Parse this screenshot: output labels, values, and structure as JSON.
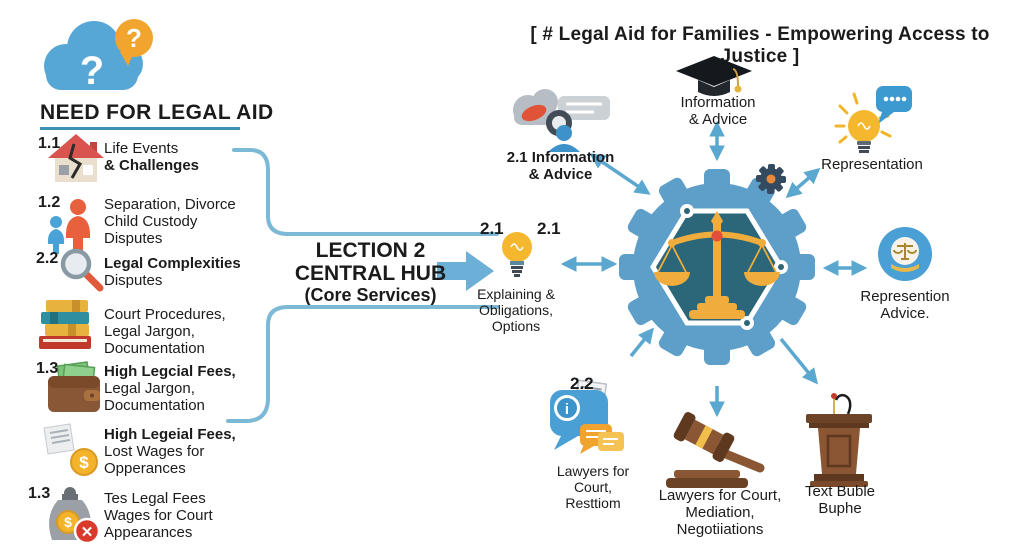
{
  "title": "[ # Legal Aid for Families - Empowering Access to Justice ]",
  "colors": {
    "arrow_blue": "#5aa7d0",
    "bracket_blue": "#7cb9d6",
    "gear_blue": "#5d9fc8",
    "hexagon_teal": "#2b6679",
    "scales_gold": "#f0ad3d",
    "underline_blue": "#3c92b4",
    "text_dark": "#1b1b1b"
  },
  "glyphs": {
    "question": "?",
    "dollar": "$",
    "info": "i",
    "x_mark": "✕"
  },
  "left_panel": {
    "heading": "NEED FOR LEGAL AID",
    "items": [
      {
        "num": "1.1",
        "icon": "house-crack-icon",
        "lines": [
          "Life Events",
          "& Challenges",
          ""
        ]
      },
      {
        "num": "1.2",
        "icon": "family-icon",
        "lines": [
          "Separation, Divorce",
          "Child Custody",
          "Disputes"
        ]
      },
      {
        "num": "2.2",
        "icon": "magnifier-icon",
        "lines": [
          "Legal Complexities",
          "Disputes",
          ""
        ]
      },
      {
        "num": "",
        "icon": "books-icon",
        "lines": [
          "Court Procedures,",
          "Legal Jargon,",
          "Documentation"
        ]
      },
      {
        "num": "1.3",
        "icon": "wallet-money-icon",
        "lines": [
          "High Legcial Fees,",
          "Legal Jargon,",
          "Documentation"
        ]
      },
      {
        "num": "",
        "icon": "invoice-coin-icon",
        "lines": [
          "High Legeial Fees,",
          "Lost Wages for",
          "Opperances"
        ]
      },
      {
        "num": "1.3",
        "icon": "money-bag-x-icon",
        "lines": [
          "Tes Legal Fees",
          "Wages for Court",
          "Appearances"
        ]
      }
    ]
  },
  "hub_label": {
    "line1": "LECTION 2",
    "line2": "CENTRAL HUB",
    "line3": "(Core Services)"
  },
  "bulb_node": {
    "tag_left": "2.1",
    "tag_right": "2.1",
    "line1": "Explaining",
    "line2": "& Obligations,",
    "line3": "Options"
  },
  "spokes": {
    "top_left": {
      "line1": "2.1 Information",
      "line2": "& Advice"
    },
    "top": {
      "line1": "Information",
      "line2": "& Advice"
    },
    "top_right": {
      "line1": "Representation"
    },
    "right": {
      "line1": "Represention",
      "line2": "Advice."
    },
    "bottom_right": {
      "line1": "Text Buble",
      "line2": "Buphe"
    },
    "bottom": {
      "line1": "Lawyers for Court,",
      "line2": "Mediation,",
      "line3": "Negotiiations"
    },
    "bottom_left": {
      "tag": "2.2",
      "line1": "Lawyers for",
      "line2": "Court,",
      "line3": "Resttiom"
    }
  }
}
